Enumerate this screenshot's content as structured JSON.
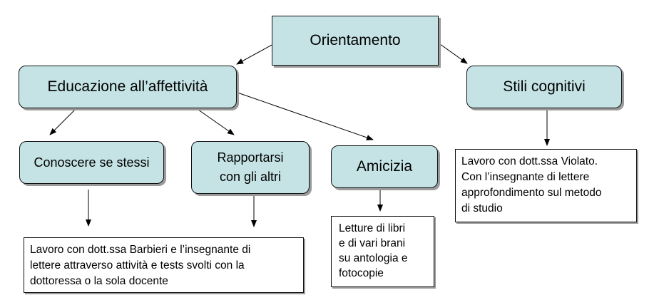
{
  "diagram": {
    "root": {
      "label": "Orientamento"
    },
    "branches": {
      "educazione": {
        "label": "Educazione all’affettività",
        "children": {
          "conoscere": {
            "label": "Conoscere se stessi"
          },
          "rapportarsi": {
            "line1": "Rapportarsi",
            "line2": "con gli altri"
          },
          "amicizia": {
            "label": "Amicizia"
          }
        }
      },
      "stili": {
        "label": "Stili cognitivi"
      }
    },
    "notes": {
      "barbieri": {
        "line1": "Lavoro con dott.ssa Barbieri e l’insegnante di",
        "line2": "lettere attraverso attività e tests svolti con la",
        "line3": "dottoressa o la sola docente"
      },
      "letture": {
        "line1": "Letture di libri",
        "line2": "e di vari brani",
        "line3": "su antologia e",
        "line4": "fotocopie"
      },
      "violato": {
        "line1": "Lavoro con dott.ssa Violato.",
        "line2": "Con l’insegnante di lettere",
        "line3": "approfondimento sul metodo",
        "line4": "di studio"
      }
    }
  }
}
